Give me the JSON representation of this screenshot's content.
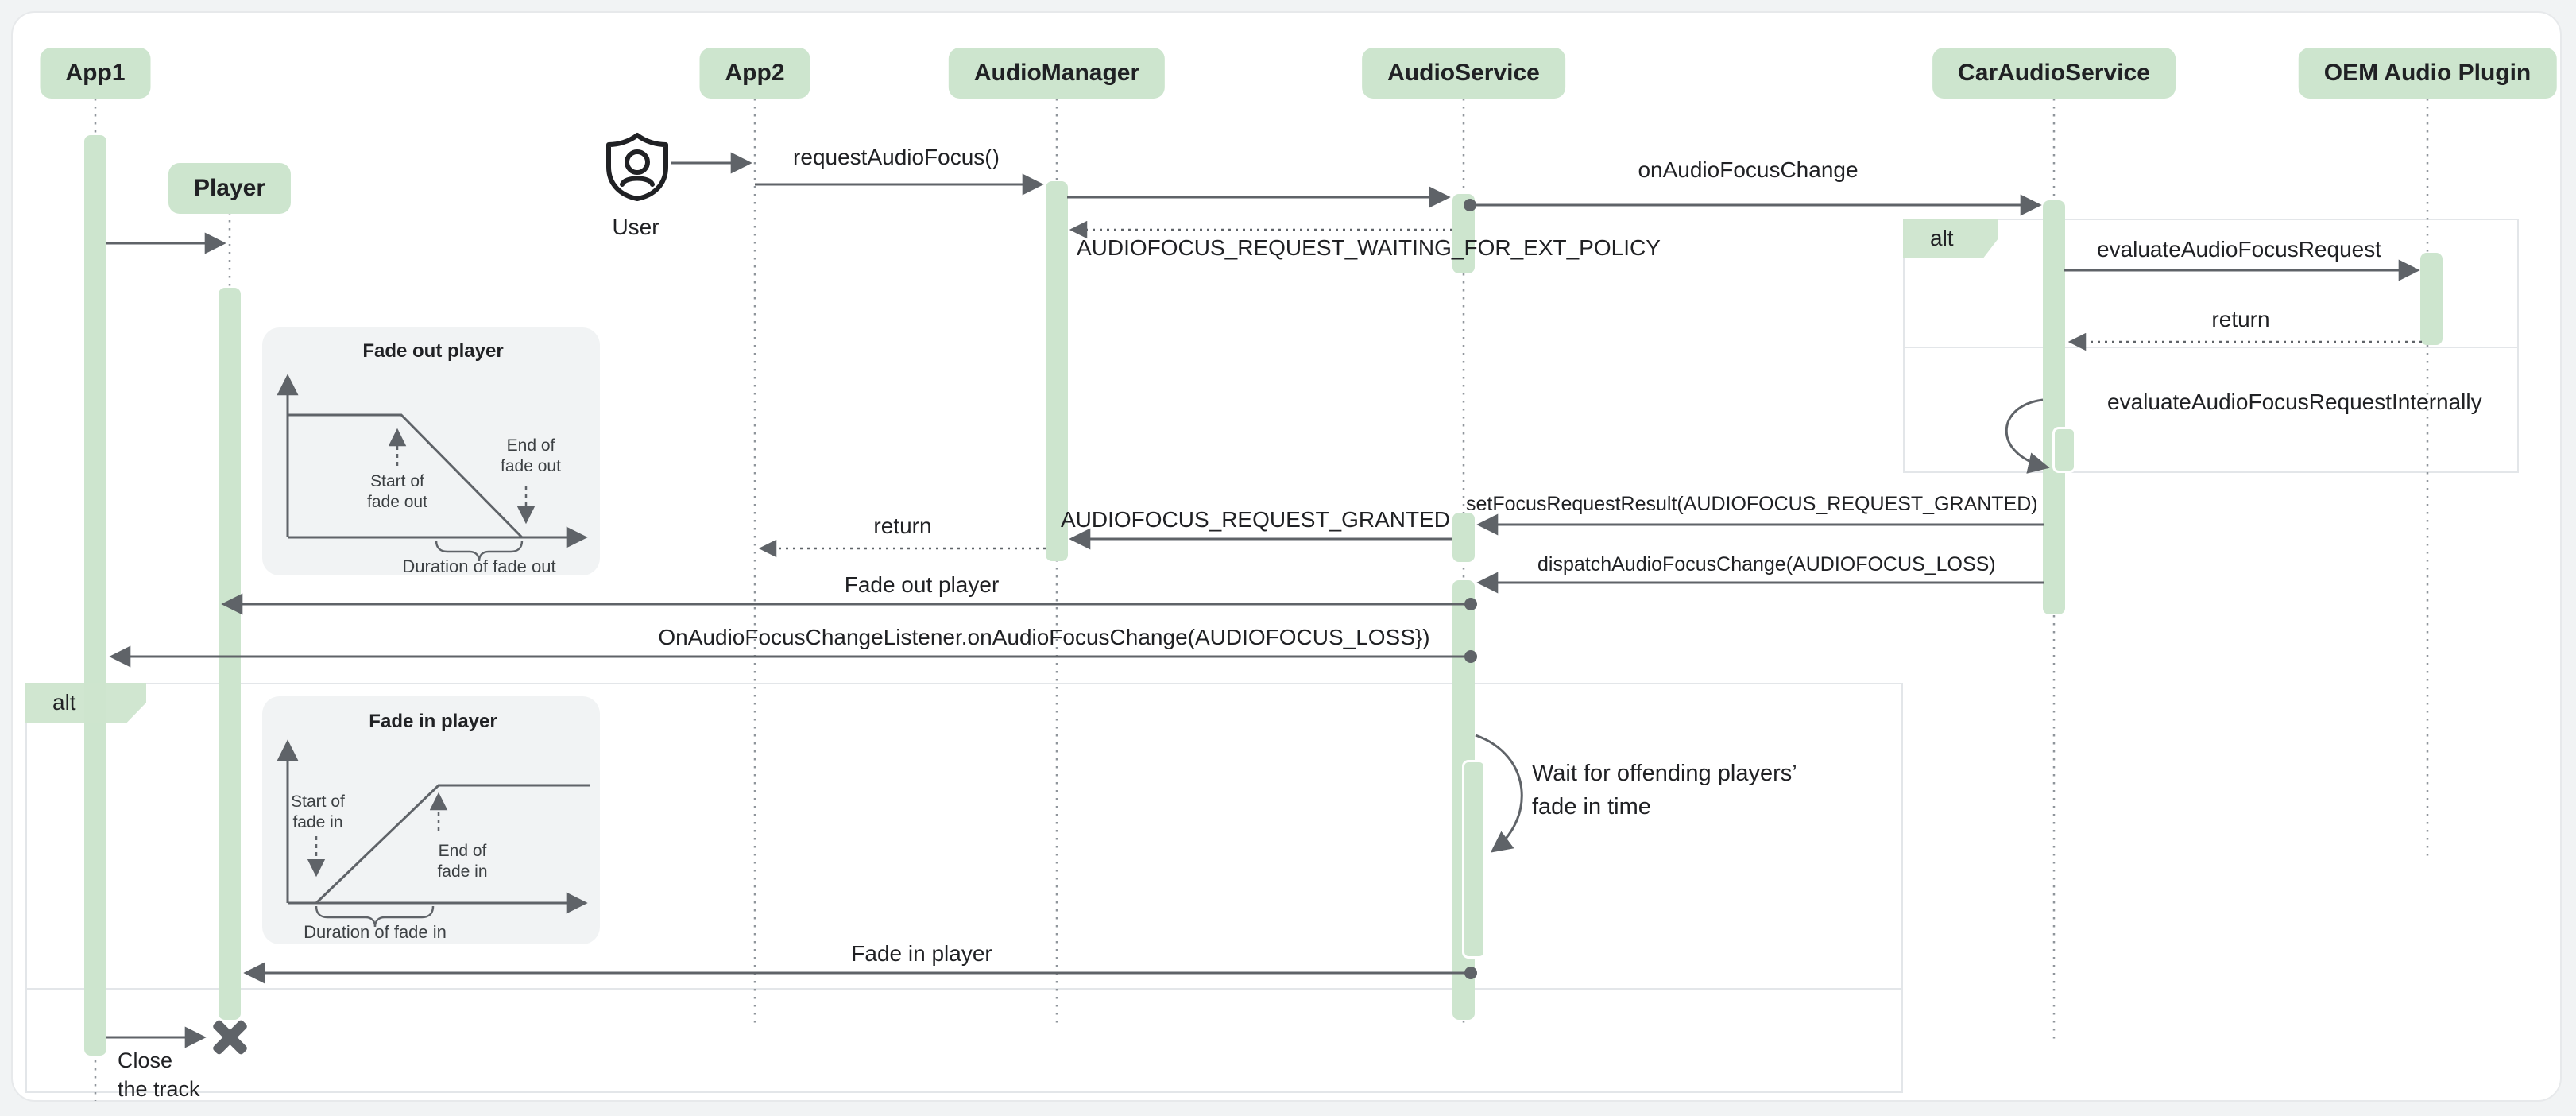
{
  "participants": [
    {
      "name": "App1"
    },
    {
      "name": "Player"
    },
    {
      "name": "App2"
    },
    {
      "name": "AudioManager"
    },
    {
      "name": "AudioService"
    },
    {
      "name": "CarAudioService"
    },
    {
      "name": "OEM Audio Plugin"
    }
  ],
  "actor": {
    "label": "User",
    "icon": "shield-person-icon"
  },
  "fragments": {
    "outer_alt_label": "alt",
    "policy_alt_label": "alt"
  },
  "messages": {
    "request_audio_focus": "requestAudioFocus()",
    "on_audio_focus_change": "onAudioFocusChange",
    "waiting_ext_policy": "AUDIOFOCUS_REQUEST_WAITING_FOR_EXT_POLICY",
    "evaluate_request": "evaluateAudioFocusRequest",
    "evaluate_return": "return",
    "evaluate_internally": "evaluateAudioFocusRequestInternally",
    "set_focus_result": "setFocusRequestResult(AUDIOFOCUS_REQUEST_GRANTED)",
    "request_granted": "AUDIOFOCUS_REQUEST_GRANTED",
    "manager_return": "return",
    "dispatch_change": "dispatchAudioFocusChange(AUDIOFOCUS_LOSS)",
    "fade_out_player": "Fade out player",
    "listener_callback": "OnAudioFocusChangeListener.onAudioFocusChange(AUDIOFOCUS_LOSS})",
    "wait_line1": "Wait for offending players’",
    "wait_line2": "fade in time",
    "fade_in_player": "Fade in player",
    "close_line1": "Close",
    "close_line2": "the track"
  },
  "insets": {
    "fade_out": {
      "title": "Fade out player",
      "start_l1": "Start of",
      "start_l2": "fade out",
      "end_l1": "End of",
      "end_l2": "fade out",
      "duration": "Duration of fade out"
    },
    "fade_in": {
      "title": "Fade in player",
      "start_l1": "Start of",
      "start_l2": "fade in",
      "end_l1": "End of",
      "end_l2": "fade in",
      "duration": "Duration of fade in"
    }
  },
  "colors": {
    "accent_green": "#CDE5CE",
    "line_gray": "#5F6368",
    "lifeline_gray": "#8F959B",
    "text_dark": "#202124",
    "panel_gray": "#F1F3F4"
  }
}
